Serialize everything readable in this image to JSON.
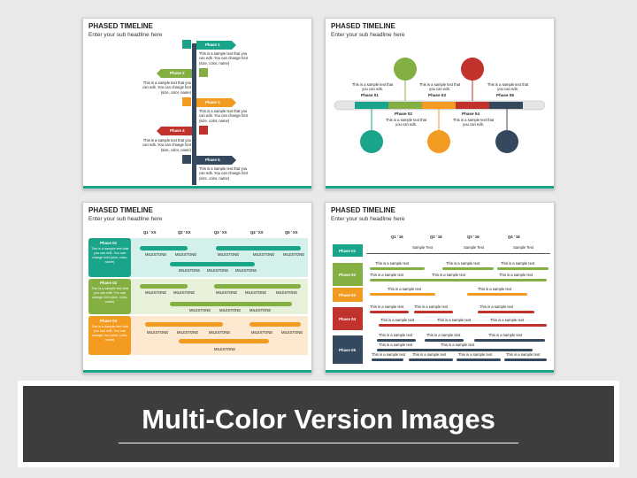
{
  "slides": [
    {
      "title": "PHASED TIMELINE",
      "subtitle": "Enter your sub headline here"
    },
    {
      "title": "PHASED TIMELINE",
      "subtitle": "Enter your sub headline here"
    },
    {
      "title": "PHASED TIMELINE",
      "subtitle": "Enter your sub headline here"
    },
    {
      "title": "PHASED TIMELINE",
      "subtitle": "Enter your sub headline here"
    }
  ],
  "colors": {
    "teal": "#1aa58a",
    "green": "#84b043",
    "orange": "#f29b20",
    "red": "#c0322b",
    "navy": "#34495e"
  },
  "s1": {
    "phases": [
      "Phase 1",
      "Phase 2",
      "Phase 3",
      "Phase 4",
      "Phase 5"
    ],
    "desc_right": "This is a sample text that you can edit. You can change font (size, color, name)",
    "desc_left": "This is a sample text that you can edit. You can change font (size, color, name)"
  },
  "s2": {
    "phases": [
      "Phase 01",
      "Phase 02",
      "Phase 03",
      "Phase 04",
      "Phase 05"
    ],
    "desc": "This is a sample text that you can edit."
  },
  "s3": {
    "quarters": [
      "Q1 ' XX",
      "Q2 ' XX",
      "Q3 ' XX",
      "Q4 ' XX",
      "Q5 ' XX"
    ],
    "phases": [
      "Phase 01",
      "Phase 02",
      "Phase 03"
    ],
    "phase_desc": "This is a sample text that you can edit. You can change font (size, color, name)",
    "milestone": "MILESTONE"
  },
  "s4": {
    "quarters": [
      "Q1 ' 16",
      "Q2 ' 16",
      "Q3 ' 16",
      "Q4 ' 16"
    ],
    "phases": [
      "Phase 01",
      "Phase 02",
      "Phase 03",
      "Phase 04",
      "Phase 05"
    ],
    "sample_text": "Sample Text",
    "sample_line": "This is a sample text"
  },
  "banner": {
    "text": "Multi-Color Version Images"
  }
}
